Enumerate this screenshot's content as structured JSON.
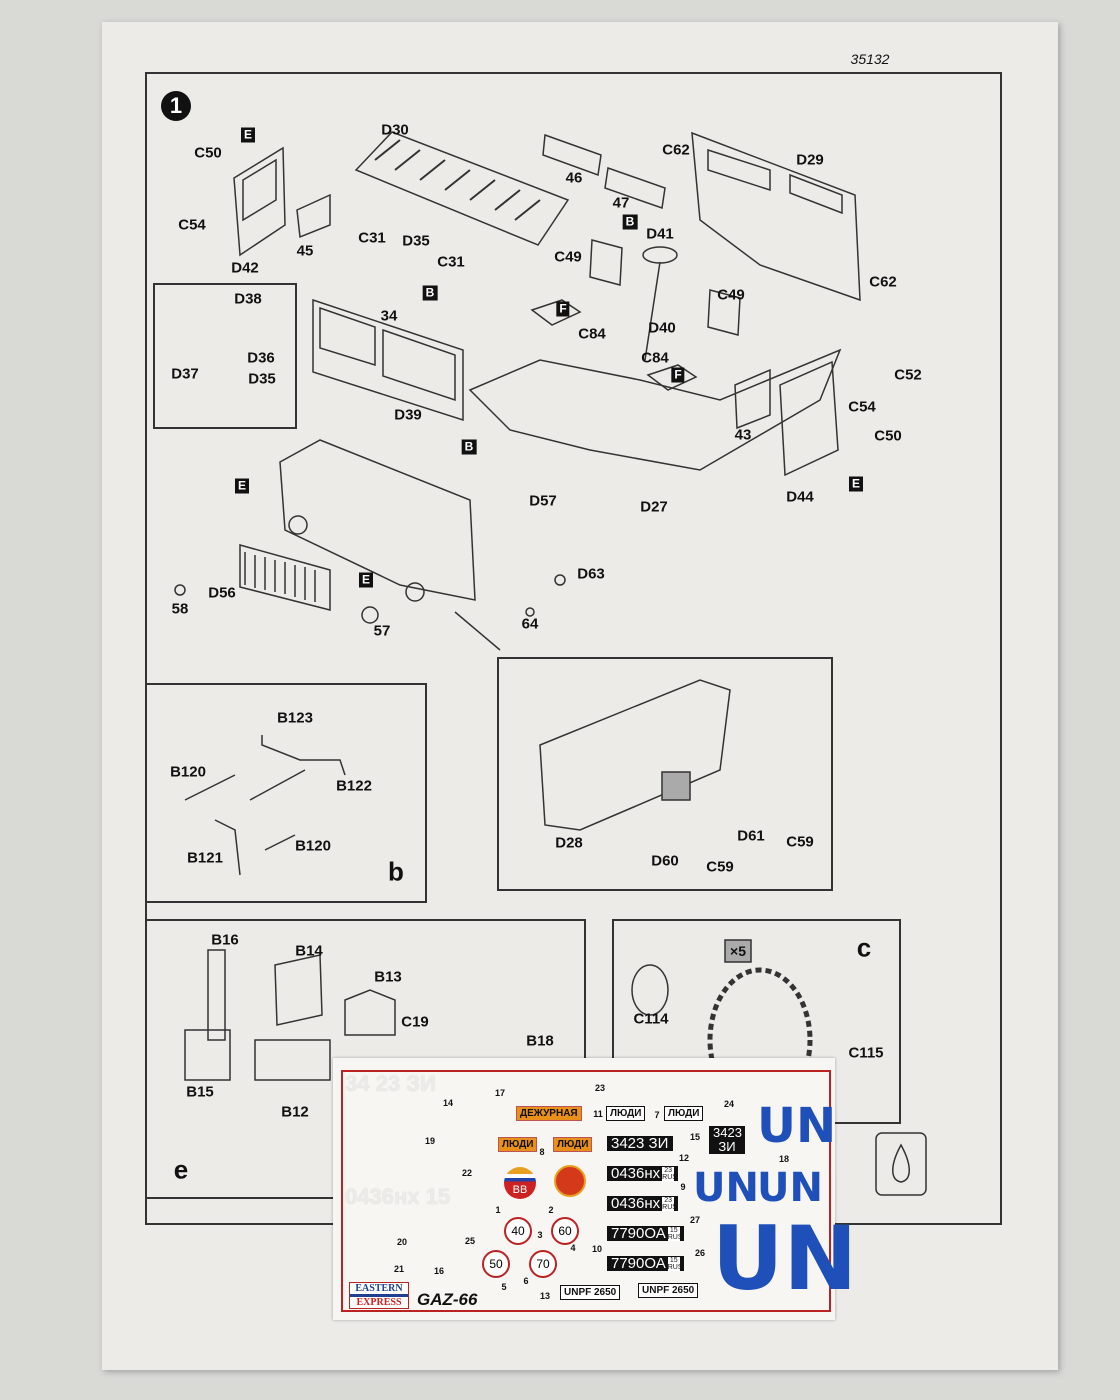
{
  "sheet": {
    "catalog_number": "35132",
    "step_number": "1",
    "labels": [
      "E",
      "C50",
      "C54",
      "D42",
      "45",
      "D30",
      "C31",
      "D35",
      "C31",
      "B",
      "34",
      "46",
      "47",
      "C62",
      "D29",
      "B",
      "D41",
      "C49",
      "C62",
      "F",
      "C84",
      "D40",
      "C49",
      "C84",
      "F",
      "C52",
      "C54",
      "C50",
      "43",
      "D44",
      "E",
      "D38",
      "D36",
      "D37",
      "D35",
      "D39",
      "B",
      "D57",
      "D27",
      "E",
      "E",
      "58",
      "D56",
      "57",
      "D63",
      "64"
    ],
    "inset_b": {
      "letter": "b",
      "labels": [
        "B123",
        "B120",
        "B122",
        "B121",
        "B120"
      ]
    },
    "inset_d28": {
      "labels": [
        "D28",
        "D61",
        "C59",
        "D60",
        "C59"
      ]
    },
    "inset_c": {
      "letter": "c",
      "multiplier": "×5",
      "labels": [
        "C114",
        "C115"
      ]
    },
    "inset_e": {
      "letter": "e",
      "labels": [
        "B16",
        "B14",
        "B13",
        "C19",
        "B18",
        "B15",
        "B12"
      ]
    }
  },
  "decal": {
    "numbers": [
      "17",
      "23",
      "14",
      "11",
      "7",
      "24",
      "19",
      "8",
      "15",
      "12",
      "18",
      "22",
      "9",
      "1",
      "2",
      "3",
      "27",
      "20",
      "25",
      "4",
      "10",
      "26",
      "21",
      "16",
      "5",
      "6",
      "13"
    ],
    "ghost": [
      "34 23 ЗИ",
      "0436нх 15"
    ],
    "duty_plate": "ДЕЖУРНАЯ",
    "people_plates": [
      "ЛЮДИ",
      "ЛЮДИ",
      "ЛЮДИ",
      "ЛЮДИ"
    ],
    "plate_3423": "3423 ЗИ",
    "plate_3423_square": [
      "3423",
      "ЗИ"
    ],
    "plates_0436": [
      "0436нх",
      "0436нх"
    ],
    "region_23": "23 RUS",
    "plates_7790": [
      "7790ОА",
      "7790ОА"
    ],
    "region_15": "15 RUS",
    "unpf": [
      "UNPF 2650",
      "UNPF 2650"
    ],
    "un": [
      "UN",
      "UN",
      "UN",
      "UN"
    ],
    "badge_bb": "ВВ",
    "speed_signs": [
      "40",
      "60",
      "50",
      "70"
    ],
    "brand_top": "EASTERN",
    "brand_bottom": "EXPRESS",
    "model": "GAZ-66",
    "colors": {
      "un_blue": "#1f4fb8",
      "border_red": "#b22222",
      "orange": "#e8901a"
    }
  }
}
